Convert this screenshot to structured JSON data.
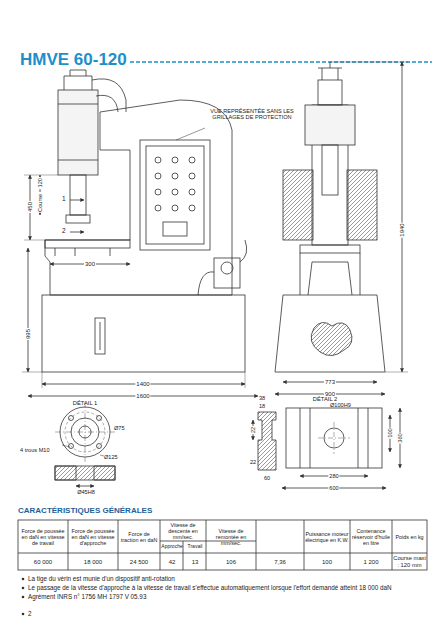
{
  "diagram": {
    "title": "HMVE 60-120",
    "labels": [
      "VUE REPRÉSENTÉE SANS LES GRILLAGES DE PROTECTION",
      "450",
      "Course = 120",
      "1",
      "2",
      "300",
      "995",
      "1400",
      "1600",
      "1940",
      "773",
      "900",
      "DÉTAIL 1",
      "4 trous M10",
      "Ø125",
      "Ø75",
      "Ø45H8",
      "DÉTAIL 2",
      "Ø100H9",
      "38",
      "18",
      "22",
      "60",
      "22",
      "280",
      "600",
      "100",
      "360",
      "CARACTÉRISTIQUES GÉNÉRALES",
      "Force de poussée en daN en vitesse de travail",
      "Force de poussée en daN en vitesse d'approche",
      "Force de traction en daN",
      "Vitesse de descente en mm/sec.",
      "Approche",
      "Travail",
      "Vitesse de remontée en mm/sec.",
      "Puissance moteur électrique en K.W.",
      "Contenance réservoir d'huile en litre",
      "Poids en kg",
      "60 000",
      "18 000",
      "24 500",
      "42",
      "13",
      "106",
      "7,36",
      "100",
      "1 200",
      "Course maxi : 120 mm",
      "La tige du vérin est munie d'un dispositif anti-rotation",
      "Le passage de la vitesse d'approche à la vitesse de travail s'effectue automatiquement lorsque l'effort demandé atteint 18 000 daN",
      "Agrément INRS n° 1756 MH 1797 V 05.93",
      "2"
    ]
  }
}
